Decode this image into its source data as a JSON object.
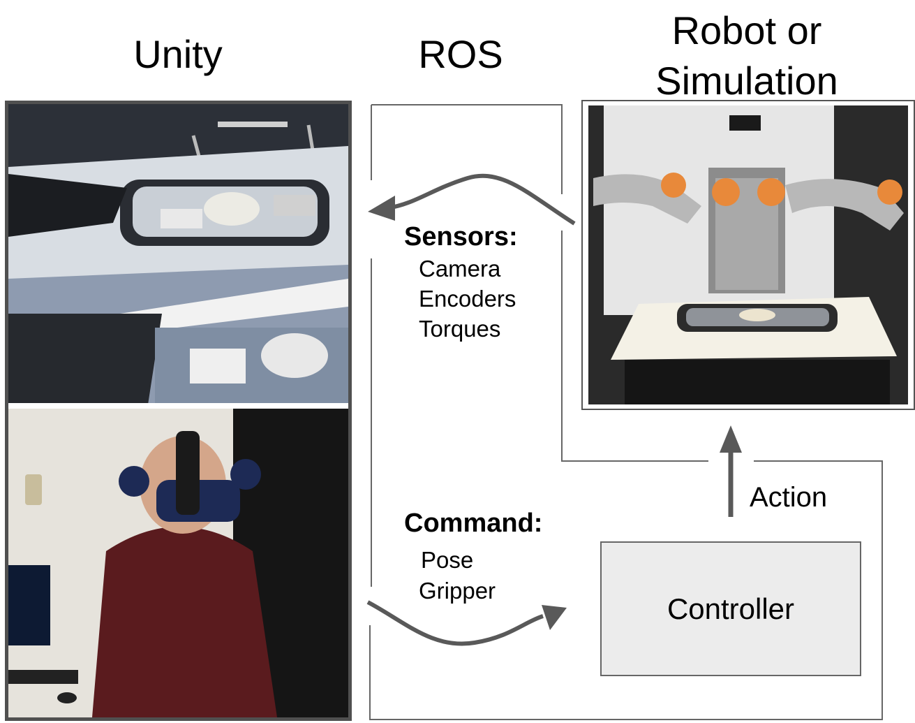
{
  "headings": {
    "unity": "Unity",
    "ros": "ROS",
    "robot_line1": "Robot or",
    "robot_line2": "Simulation"
  },
  "sensors": {
    "title": "Sensors:",
    "items": [
      "Camera",
      "Encoders",
      "Torques"
    ]
  },
  "command": {
    "title": "Command:",
    "items": [
      "Pose",
      "Gripper"
    ]
  },
  "controller": {
    "label": "Controller"
  },
  "action": {
    "label": "Action"
  },
  "colors": {
    "arrow": "#595959",
    "box_fill": "#ececec",
    "frame": "#505050",
    "robot_orange": "#e8893a"
  }
}
